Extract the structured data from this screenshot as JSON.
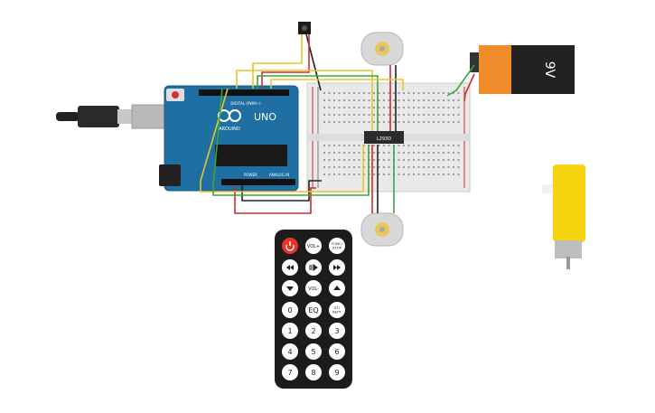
{
  "arduino": {
    "brand": "ARDUINO",
    "model": "UNO",
    "header_digital": "DIGITAL (PWM~)",
    "header_power": "POWER",
    "header_analog": "ANALOG IN",
    "brand_color": "#1f6fa3"
  },
  "driver_chip": {
    "label": "L293D"
  },
  "battery": {
    "label": "9V",
    "color": "#f08c2a"
  },
  "remote": {
    "buttons": [
      [
        "power-icon",
        "VOL+",
        "FUNC/STOP"
      ],
      [
        "rewind-icon",
        "play-pause-icon",
        "fast-forward-icon"
      ],
      [
        "down-icon",
        "VOL-",
        "up-icon"
      ],
      [
        "0",
        "EQ",
        "ST/REPT"
      ],
      [
        "1",
        "2",
        "3"
      ],
      [
        "4",
        "5",
        "6"
      ],
      [
        "7",
        "8",
        "9"
      ]
    ],
    "func_line1": "FUNC/",
    "func_line2": "STOP",
    "strept_line1": "ST/",
    "strept_line2": "REPT"
  },
  "wire_colors": {
    "red": "#d42a2a",
    "black": "#222222",
    "green": "#3aa63a",
    "yellow": "#e5c62a"
  }
}
